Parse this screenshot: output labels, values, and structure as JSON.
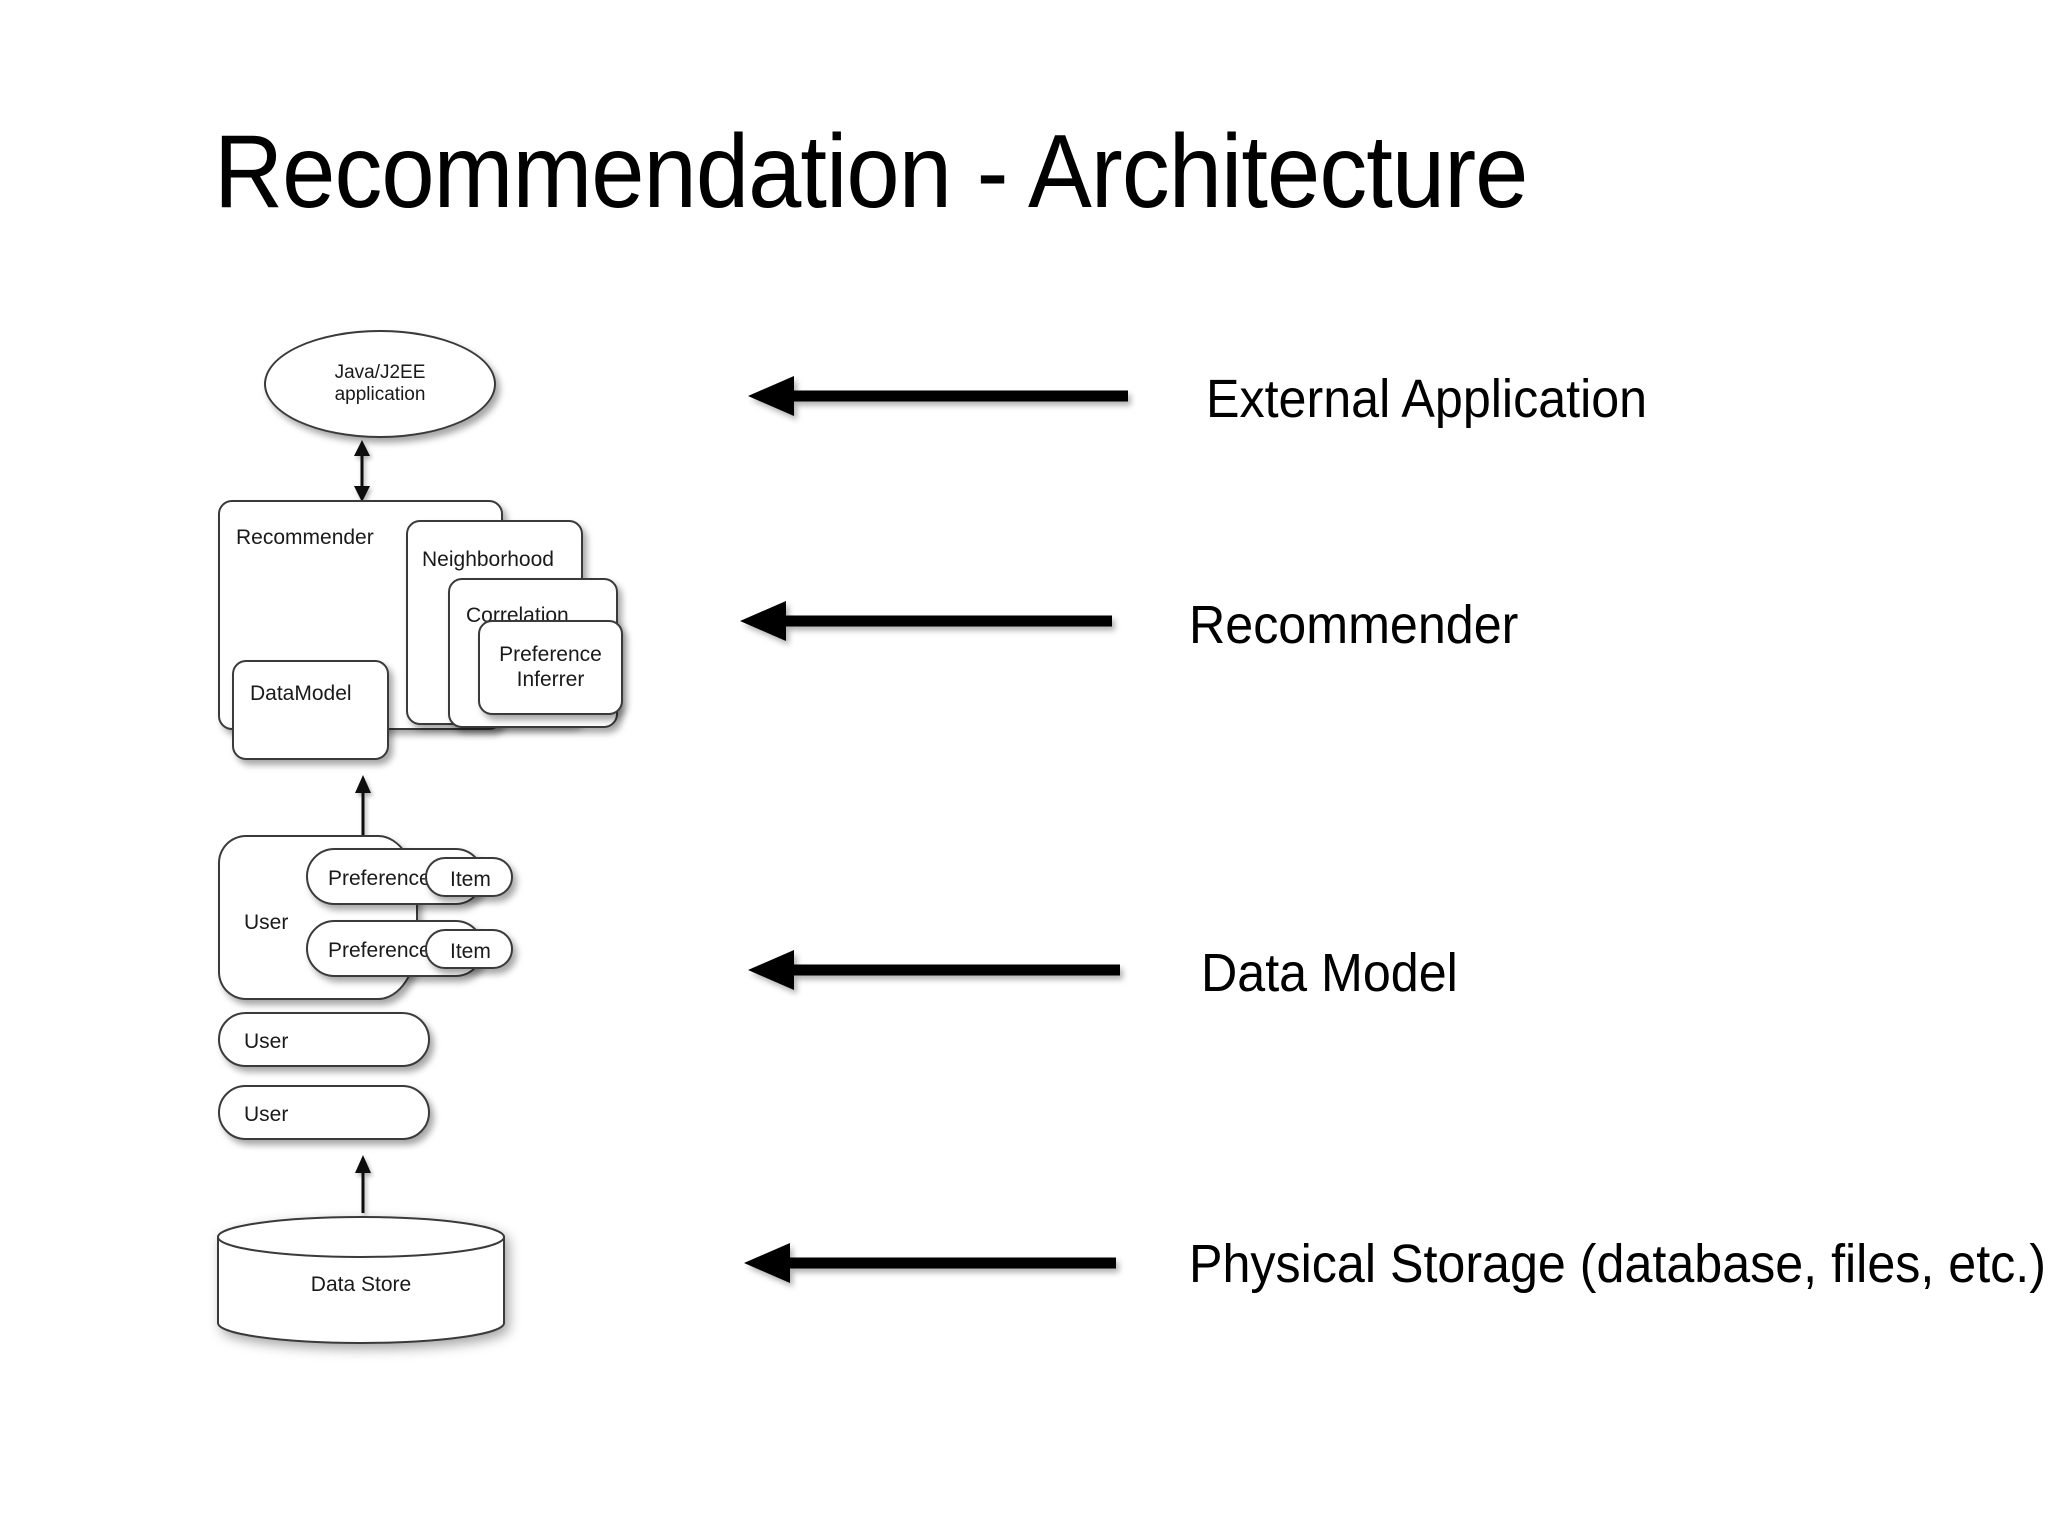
{
  "slide": {
    "title": "Recommendation - Architecture",
    "background_color": "#ffffff",
    "text_color": "#000000"
  },
  "diagram": {
    "external_app": {
      "line1": "Java/J2EE",
      "line2": "application"
    },
    "recommender_stack": {
      "outer_label": "Recommender",
      "nested": [
        {
          "label": "Neighborhood"
        },
        {
          "label": "Correlation"
        },
        {
          "label_line1": "Preference",
          "label_line2": "Inferrer"
        }
      ],
      "data_model_label": "DataModel"
    },
    "data_model_stack": {
      "users": [
        {
          "label": "User",
          "preferences": [
            {
              "preference_label": "Preference",
              "item_label": "Item"
            },
            {
              "preference_label": "Preference",
              "item_label": "Item"
            }
          ]
        },
        {
          "label": "User",
          "preferences": []
        },
        {
          "label": "User",
          "preferences": []
        }
      ]
    },
    "data_store": {
      "label": "Data Store"
    },
    "connectors": [
      {
        "name": "app-to-recommender",
        "direction": "bidirectional"
      },
      {
        "name": "datamodel-to-users",
        "direction": "up"
      },
      {
        "name": "datastore-to-users",
        "direction": "up"
      }
    ]
  },
  "legend": {
    "rows": [
      {
        "label": "External Application"
      },
      {
        "label": "Recommender"
      },
      {
        "label": "Data Model"
      },
      {
        "label": "Physical Storage (database, files, etc.)"
      }
    ],
    "arrow_direction": "left",
    "arrow_color": "#000000"
  }
}
